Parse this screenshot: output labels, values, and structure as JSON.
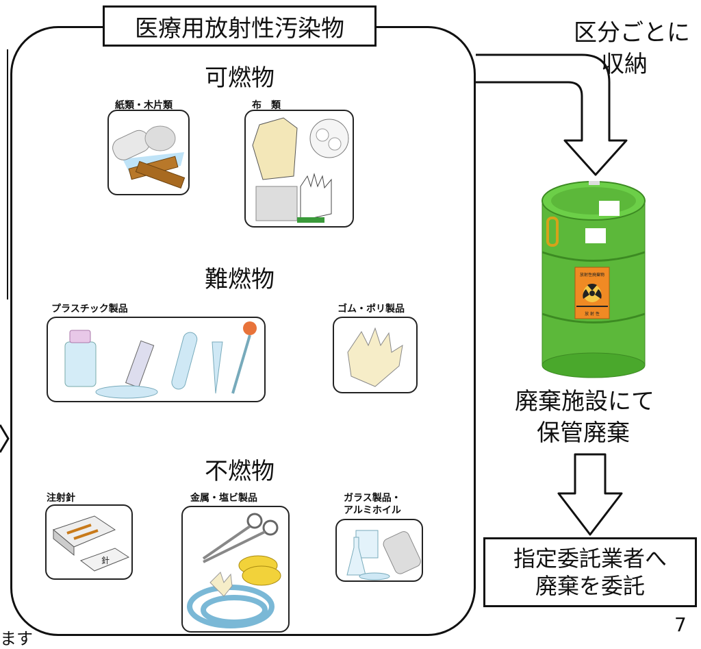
{
  "title": "医療用放射性汚染物",
  "categories": {
    "combustible": {
      "heading": "可燃物",
      "items": [
        {
          "label": "紙類・木片類"
        },
        {
          "label": "布　類"
        }
      ]
    },
    "flame_retardant": {
      "heading": "難燃物",
      "items": [
        {
          "label": "プラスチック製品"
        },
        {
          "label": "ゴム・ポリ製品"
        }
      ]
    },
    "noncombustible": {
      "heading": "不燃物",
      "items": [
        {
          "label": "注射針",
          "box_label": "針"
        },
        {
          "label": "金属・塩ビ製品"
        },
        {
          "label": "ガラス製品・",
          "label2": "アルミホイル"
        }
      ]
    }
  },
  "flow": {
    "sort_line1": "区分ごとに",
    "sort_line2": "収納",
    "storage_line1": "廃棄施設にて",
    "storage_line2": "保管廃棄",
    "contractor_line1": "指定委託業者へ",
    "contractor_line2": "廃棄を委託"
  },
  "drum": {
    "label_top": "放射性廃棄物",
    "label_bottom": "放 射 性",
    "colors": {
      "drum": "#5cb83a",
      "label": "#f08a24"
    }
  },
  "page_number": "7",
  "footer_fragment": "ます"
}
